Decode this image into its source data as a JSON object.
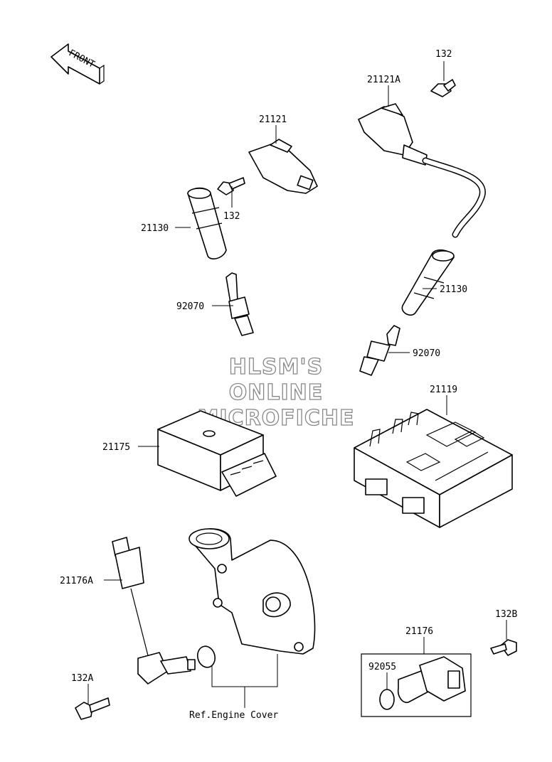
{
  "front_label": "FRONT",
  "watermark": [
    "HLSM'S",
    "ONLINE",
    "MICROFICHE"
  ],
  "callouts": {
    "c132_top": "132",
    "c21121A": "21121A",
    "c21121": "21121",
    "c132_left": "132",
    "c21130_left": "21130",
    "c21130_right": "21130",
    "c92070_left": "92070",
    "c92070_right": "92070",
    "c21119": "21119",
    "c21175": "21175",
    "c21176A": "21176A",
    "c132A": "132A",
    "c132B": "132B",
    "c21176": "21176",
    "c92055": "92055",
    "ref_engine_cover": "Ref.Engine Cover"
  }
}
